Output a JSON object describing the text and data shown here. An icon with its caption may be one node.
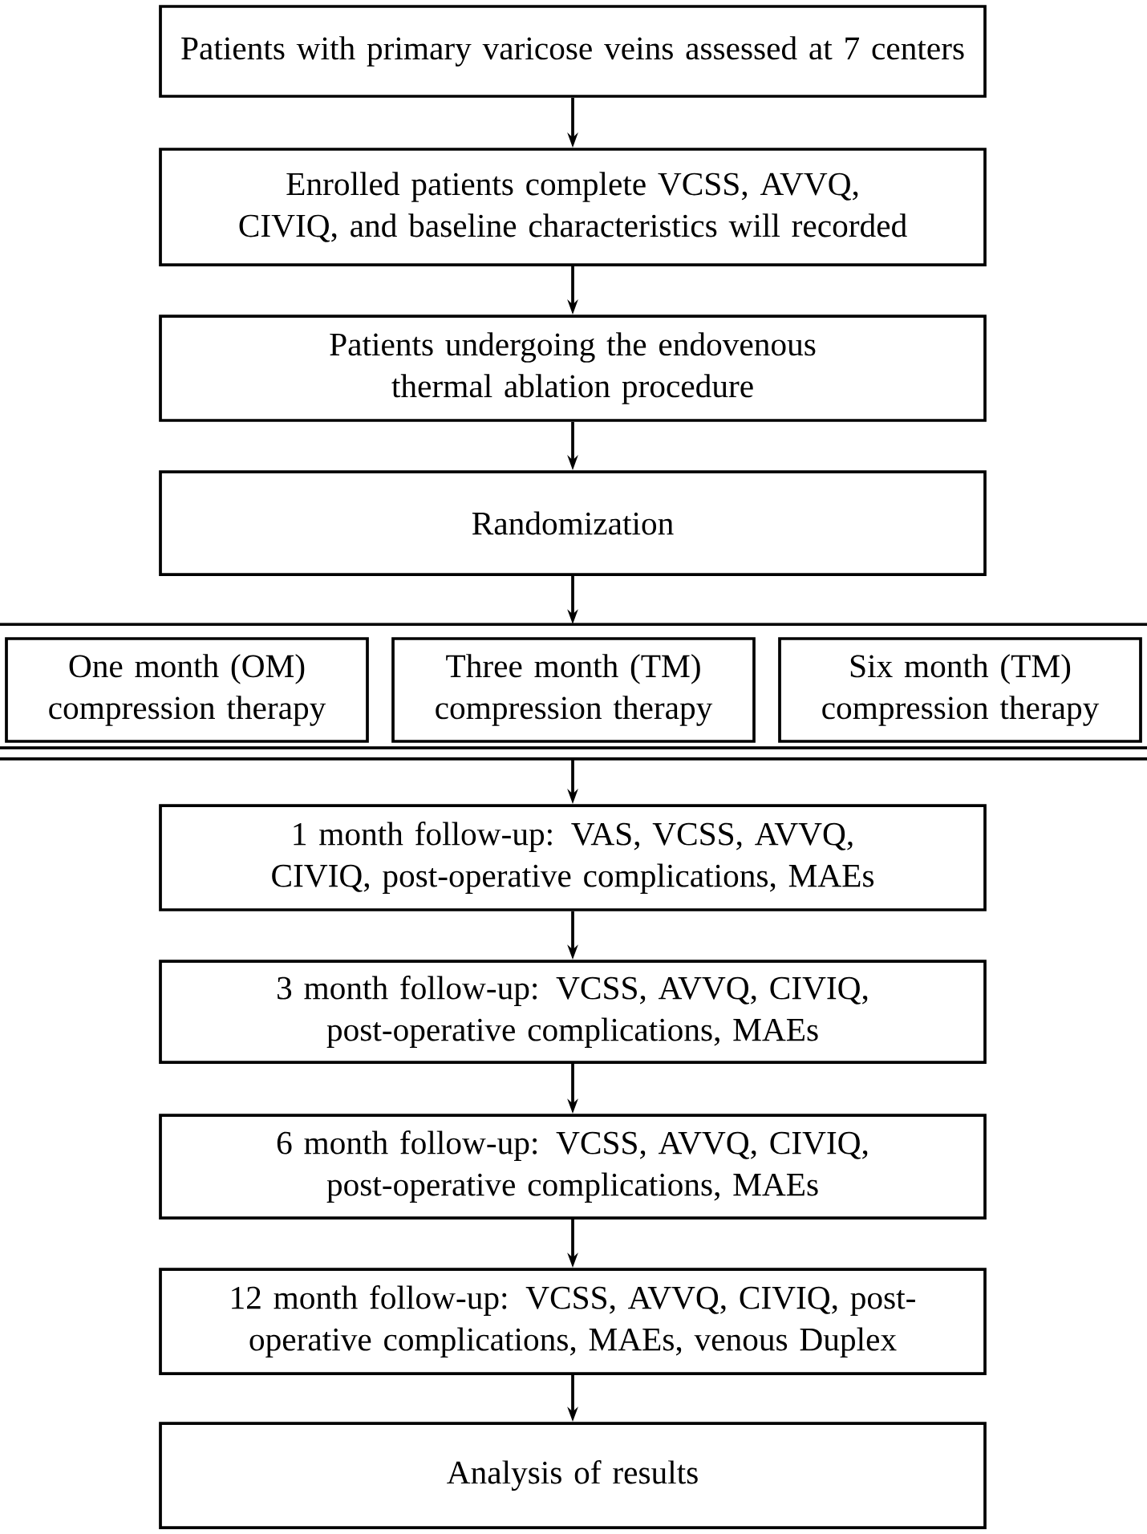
{
  "diagram": {
    "nodes": [
      {
        "text": [
          "Patients with primary varicose veins assessed at 7 centers"
        ]
      },
      {
        "text": [
          "Enrolled patients complete VCSS, AVVQ, CIVIQ, and baseline characteristics will recorded"
        ]
      },
      {
        "text": [
          "Patients undergoing the endovenous thermal ablation procedure"
        ]
      },
      {
        "text": [
          "Randomization"
        ]
      },
      {
        "text": [],
        "shape": "bar"
      },
      {
        "text": [
          "One month (OM) compression therapy"
        ]
      },
      {
        "text": [
          "Three month (TM) compression therapy"
        ]
      },
      {
        "text": [
          "Six month (TM) compression therapy"
        ]
      },
      {
        "text": [],
        "shape": "bar"
      },
      {
        "text": [
          "1 month follow-up: VAS, VCSS, AVVQ, CIVIQ, post-operative complications, MAEs"
        ]
      },
      {
        "text": [
          "3 month follow-up: VCSS, AVVQ, CIVIQ, post-operative complications, MAEs"
        ]
      },
      {
        "text": [
          "6 month follow-up: VCSS, AVVQ, CIVIQ, post-operative complications, MAEs"
        ]
      },
      {
        "text": [
          "12 month follow-up: VCSS, AVVQ, CIVIQ, post-operative complications, MAEs, venous Duplex"
        ]
      },
      {
        "text": [
          "Analysis of results"
        ]
      }
    ],
    "edges": [
      {
        "from": 0,
        "to": 1,
        "arrow": "to"
      },
      {
        "from": 1,
        "to": 2,
        "arrow": "to"
      },
      {
        "from": 2,
        "to": 3,
        "arrow": "to"
      },
      {
        "from": 3,
        "to": 4,
        "arrow": "to"
      },
      {
        "from": 8,
        "to": 9,
        "arrow": "to"
      },
      {
        "from": 9,
        "to": 10,
        "arrow": "to"
      },
      {
        "from": 10,
        "to": 11,
        "arrow": "to"
      },
      {
        "from": 11,
        "to": 12,
        "arrow": "to"
      },
      {
        "from": 12,
        "to": 13,
        "arrow": "to"
      }
    ]
  }
}
